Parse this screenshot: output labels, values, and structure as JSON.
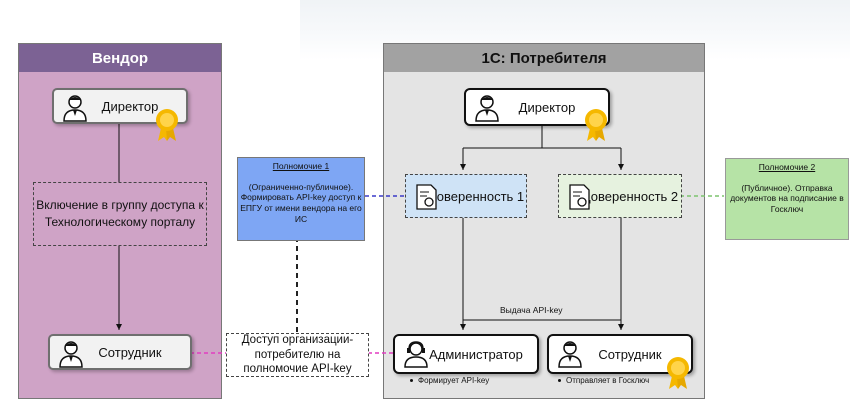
{
  "vendor": {
    "title": "Вендор",
    "director": "Директор",
    "group": "Включение в группу доступа к Технологическому порталу",
    "employee": "Сотрудник"
  },
  "consumer": {
    "title": "1С: Потребителя",
    "director": "Директор",
    "trust1": "Доверенность 1",
    "trust2": "Доверенность 2",
    "issue": "Выдача API-key",
    "admin": "Администратор",
    "employee": "Сотрудник",
    "admin_note": "Формирует API-key",
    "employee_note": "Отправляет в Госключ"
  },
  "authority1": {
    "title": "Полномочие 1",
    "body": "(Ограниченно-публичное). Формировать API-key доступ к ЕПГУ от имени вендора на его ИС"
  },
  "authority2": {
    "title": "Полномочие 2",
    "body": "(Публичное). Отправка документов на подписание в Госключ"
  },
  "access": "Доступ организации-потребителю на полномочие API-key",
  "colors": {
    "vendor_panel": "#cfa3c6",
    "vendor_header": "#7c6294",
    "consumer_panel": "#e4e4e4",
    "consumer_header": "#a2a2a2",
    "authority1_fill": "#7ea6f4",
    "authority2_fill": "#b6e3a6",
    "trust1_fill": "#cfe3f6",
    "trust2_fill": "#e6f2df",
    "link_blue": "#3a3ac8",
    "link_pink": "#e23cc1",
    "link_green": "#7dc36f",
    "medal": "#f5b800"
  }
}
